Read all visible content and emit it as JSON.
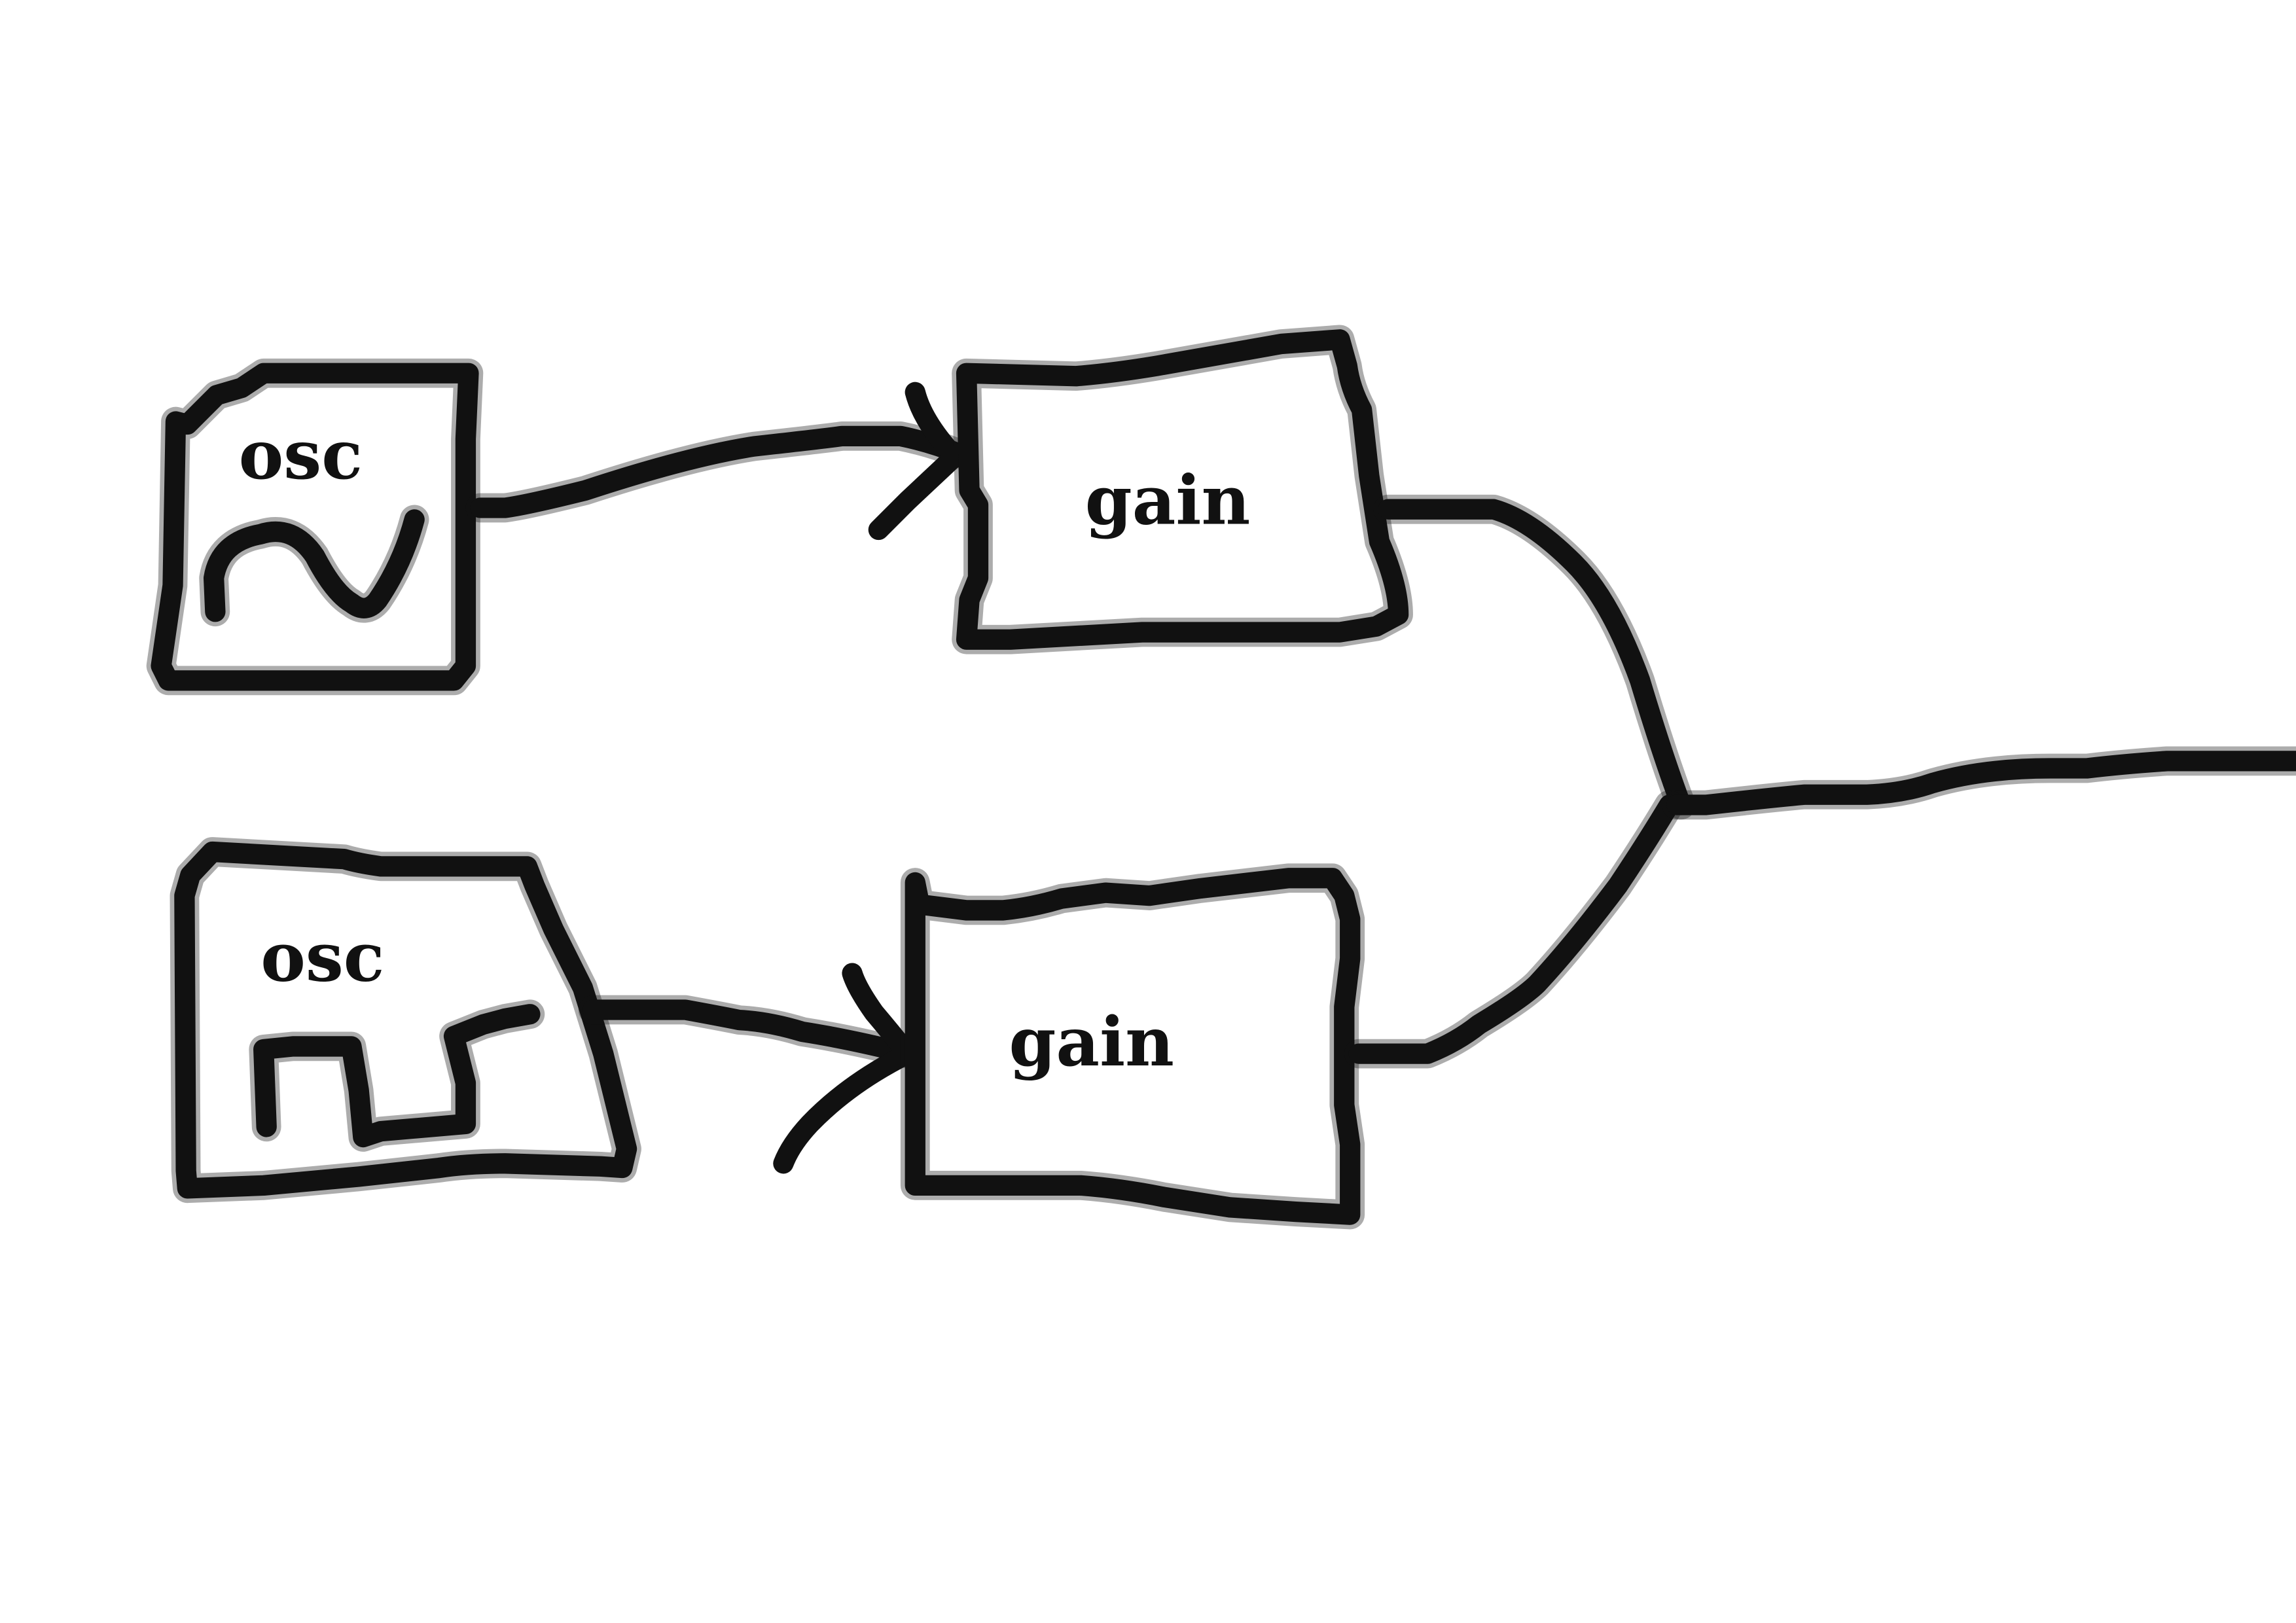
{
  "nodes": {
    "osc_sine": {
      "label": "osc",
      "icon": "sine-wave-icon"
    },
    "osc_square": {
      "label": "osc",
      "icon": "square-wave-icon"
    },
    "gain_top": {
      "label": "gain"
    },
    "gain_bottom": {
      "label": "gain"
    }
  },
  "colors": {
    "stroke": "#111111",
    "background": "#ffffff"
  }
}
